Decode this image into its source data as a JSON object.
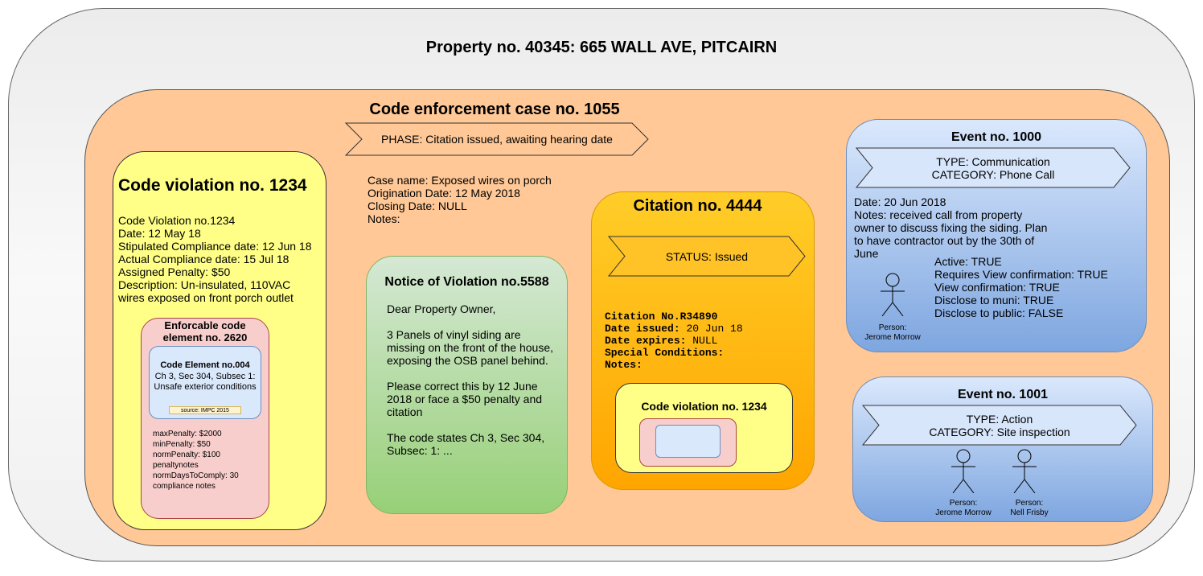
{
  "property": {
    "title": "Property no. 40345: 665 WALL AVE, PITCAIRN"
  },
  "case": {
    "title": "Code enforcement case no. 1055",
    "phase": "PHASE: Citation issued, awaiting hearing date",
    "info": [
      "Case name: Exposed wires on porch",
      "Origination Date: 12 May 2018",
      "Closing Date: NULL",
      "Notes:"
    ]
  },
  "violation": {
    "title": "Code violation no. 1234",
    "info": [
      "Code Violation no.1234",
      "Date: 12 May 18",
      "Stipulated Compliance date: 12 Jun 18",
      "Actual Compliance date: 15 Jul 18",
      "Assigned Penalty: $50",
      "Description: Un-insulated, 110VAC",
      "wires exposed on front porch outlet"
    ],
    "element": {
      "title_line1": "Enforcable code",
      "title_line2": "element no. 2620",
      "code_title": "Code Element no.004",
      "code_desc": "Ch 3, Sec 304, Subsec 1: Unsafe exterior conditions",
      "source": "source: IMPC 2015",
      "notes": [
        "maxPenalty: $2000",
        "minPenalty: $50",
        "normPenalty: $100",
        "penaltynotes",
        "normDaysToComply: 30",
        "compliance notes"
      ]
    }
  },
  "notice": {
    "title": "Notice of Violation no.5588",
    "paragraphs": [
      "Dear Property Owner,",
      "3 Panels of vinyl siding are missing on the front of the house, exposing the OSB panel behind.",
      "Please correct this by 12 June 2018 or face a $50 penalty and citation",
      "The code states Ch 3, Sec 304, Subsec: 1: ..."
    ]
  },
  "citation": {
    "title": "Citation no. 4444",
    "status": "STATUS: Issued",
    "fields": [
      {
        "label": "Citation No.R34890",
        "value": ""
      },
      {
        "label": "Date issued:",
        "value": "20 Jun 18"
      },
      {
        "label": "Date expires:",
        "value": "NULL"
      },
      {
        "label": "Special Conditions:",
        "value": ""
      },
      {
        "label": "Notes:",
        "value": ""
      }
    ],
    "violation_title": "Code violation no. 1234"
  },
  "events": [
    {
      "title": "Event no. 1000",
      "type": "TYPE: Communication",
      "category": "CATEGORY: Phone Call",
      "notes": [
        "Date: 20 Jun 2018",
        "Notes: received call from property owner to discuss fixing the siding. Plan to have contractor out by the 30th of June"
      ],
      "flags": [
        "Active: TRUE",
        "Requires View confirmation: TRUE",
        "View confirmation: TRUE",
        "Disclose to muni: TRUE",
        "Disclose to public: FALSE"
      ],
      "persons": [
        {
          "label1": "Person:",
          "label2": "Jerome Morrow"
        }
      ]
    },
    {
      "title": "Event no. 1001",
      "type": "TYPE: Action",
      "category": "CATEGORY: Site inspection",
      "persons": [
        {
          "label1": "Person:",
          "label2": "Jerome Morrow"
        },
        {
          "label1": "Person:",
          "label2": "Nell Frisby"
        }
      ]
    }
  ]
}
